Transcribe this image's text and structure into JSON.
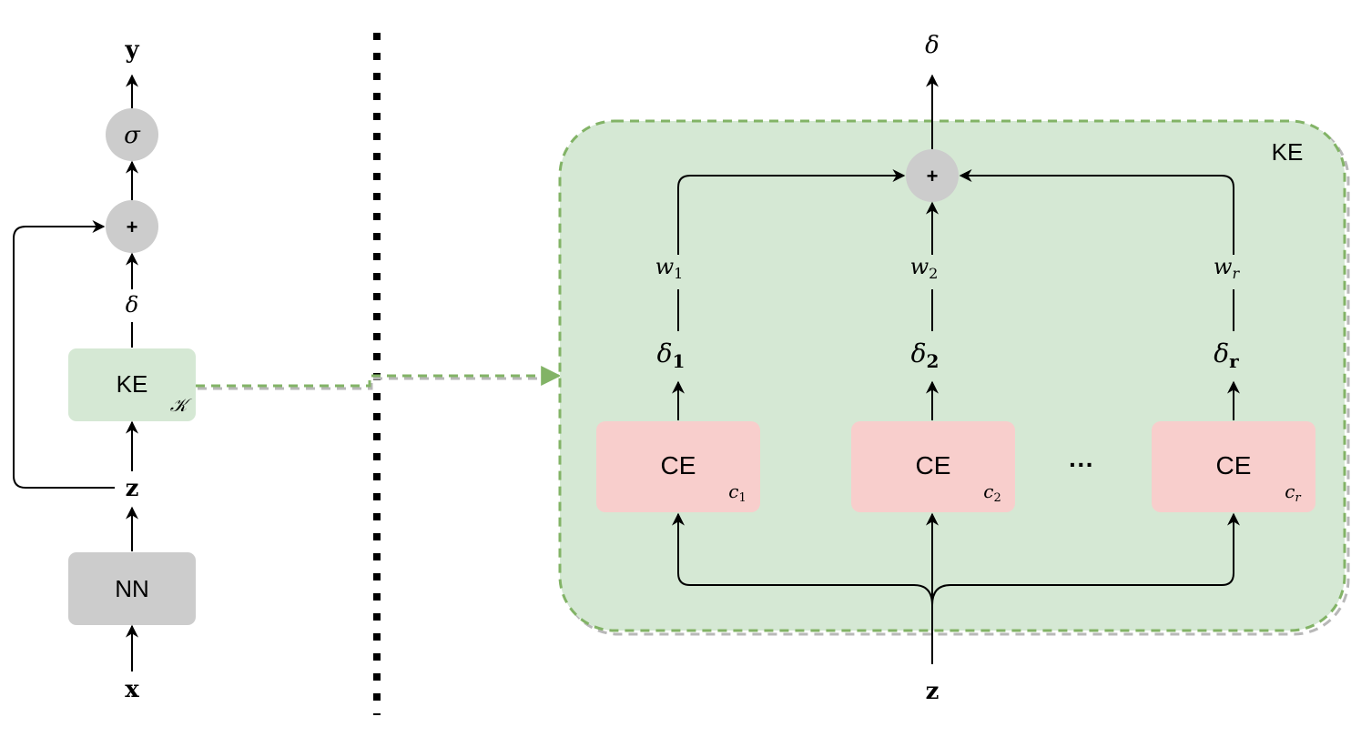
{
  "colors": {
    "ke_fill": "#d5e8d4",
    "ke_border": "#82b366",
    "ce_fill": "#f8cecc",
    "nn_fill": "#cccccc",
    "op_fill": "#cccccc",
    "line": "#000000"
  },
  "left": {
    "output_label": "y",
    "sigma_label": "σ",
    "sum_label": "+",
    "delta_label": "δ",
    "ke_box_label": "KE",
    "ke_box_sub": "𝒦",
    "latent_label": "z",
    "nn_box_label": "NN",
    "input_label": "x"
  },
  "right": {
    "output_label": "δ",
    "container_label": "KE",
    "sum_label": "+",
    "branches": [
      {
        "weight_base": "w",
        "weight_sub": "1",
        "delta_base": "δ",
        "delta_sub": "1",
        "ce_label": "CE",
        "concept_base": "c",
        "concept_sub": "1"
      },
      {
        "weight_base": "w",
        "weight_sub": "2",
        "delta_base": "δ",
        "delta_sub": "2",
        "ce_label": "CE",
        "concept_base": "c",
        "concept_sub": "2"
      },
      {
        "weight_base": "w",
        "weight_sub": "r",
        "delta_base": "δ",
        "delta_sub": "r",
        "ce_label": "CE",
        "concept_base": "c",
        "concept_sub": "r"
      }
    ],
    "ellipsis": "···",
    "input_label": "z"
  }
}
